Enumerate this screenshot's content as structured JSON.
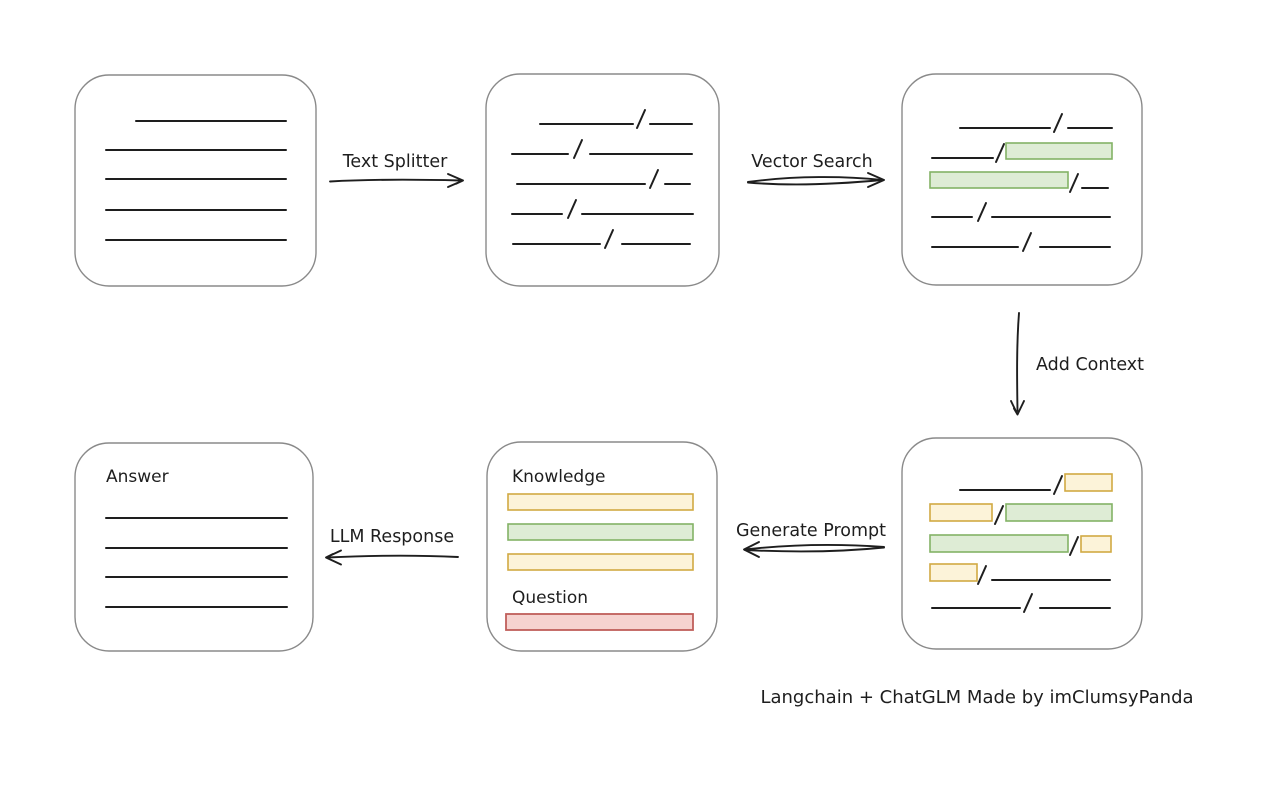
{
  "colors": {
    "ink": "#1e1e1e",
    "box_border": "#8a8a8a",
    "box_fill": "#ffffff",
    "green_fill": "#deecd5",
    "green_border": "#83b266",
    "yellow_fill": "#fcf3d9",
    "yellow_border": "#d1aa43",
    "red_fill": "#f6d3d0",
    "red_border": "#c05f5b"
  },
  "labels": {
    "text_splitter": "Text Splitter",
    "vector_search": "Vector Search",
    "add_context": "Add Context",
    "generate_prompt": "Generate Prompt",
    "llm_response": "LLM Response"
  },
  "prompt_box": {
    "knowledge": "Knowledge",
    "question": "Question"
  },
  "answer_box": {
    "answer": "Answer"
  },
  "credit": "Langchain + ChatGLM Made by imClumsyPanda"
}
